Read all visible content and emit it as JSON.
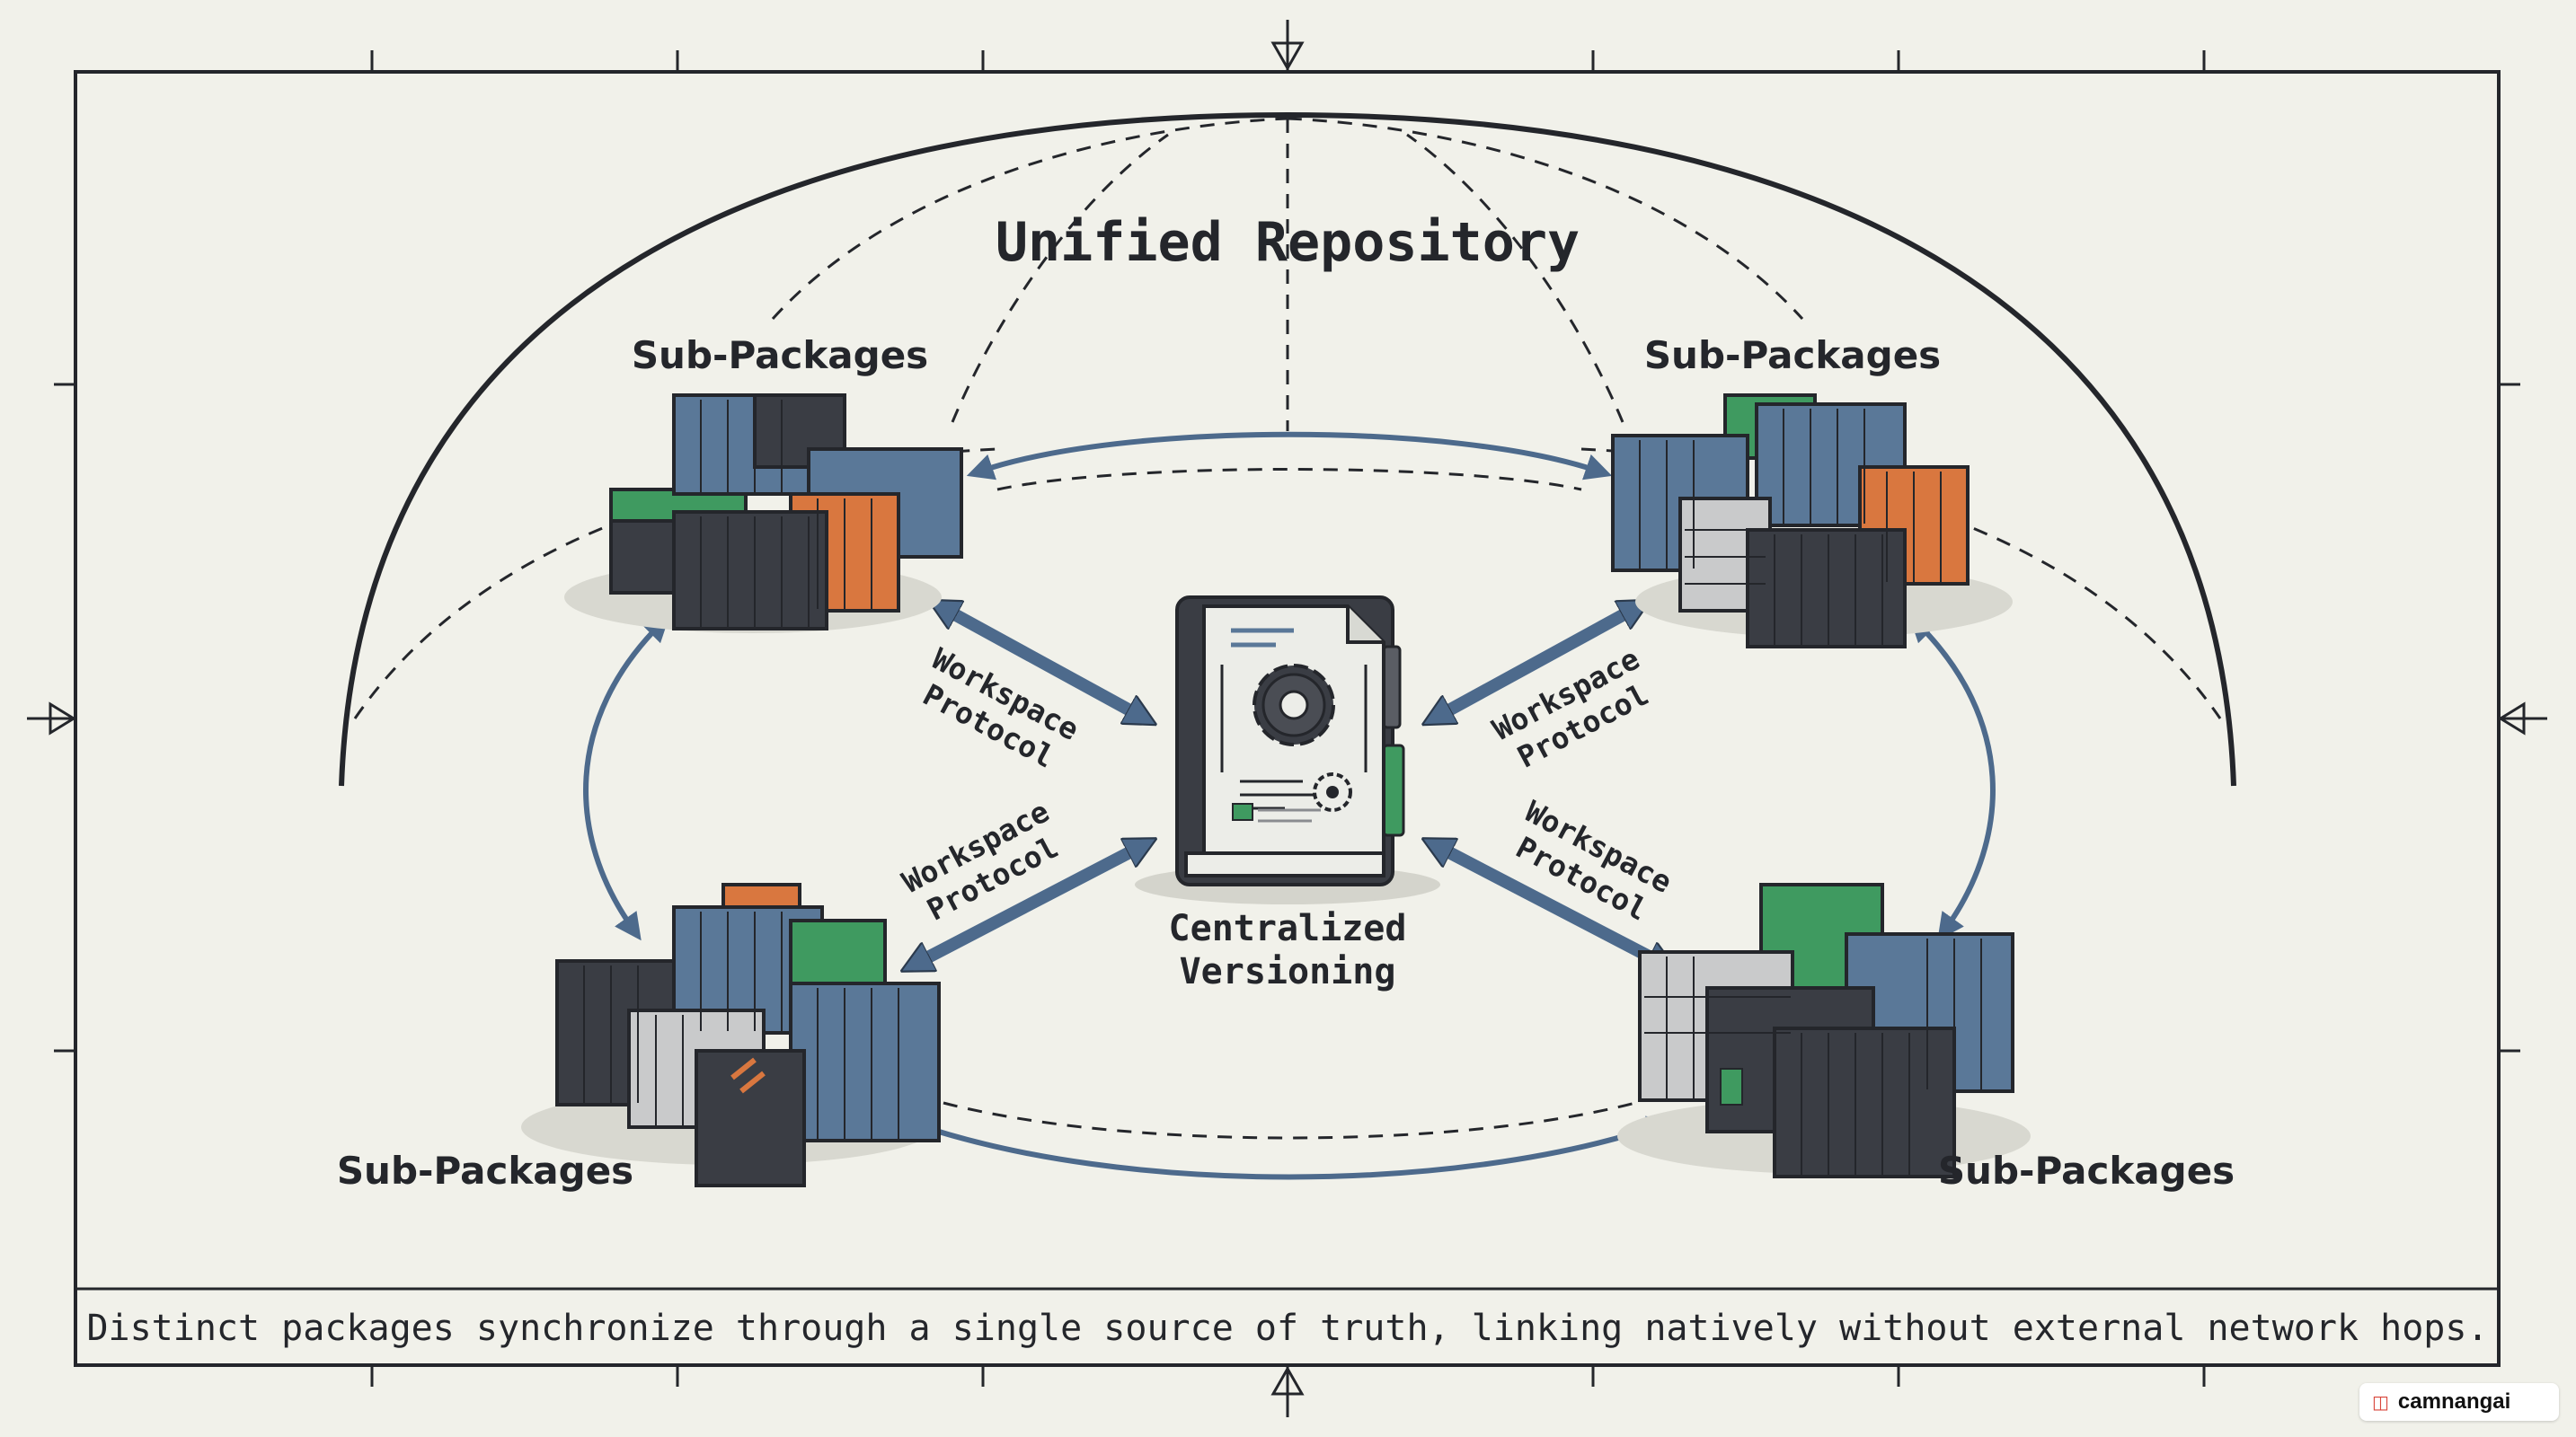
{
  "title": "Unified Repository",
  "center": {
    "line1": "Centralized",
    "line2": "Versioning"
  },
  "groups": {
    "top_left": "Sub-Packages",
    "top_right": "Sub-Packages",
    "bottom_left": "Sub-Packages",
    "bottom_right": "Sub-Packages"
  },
  "protocol": {
    "line1": "Workspace",
    "line2": "Protocol"
  },
  "caption": "Distinct packages synchronize through a single source of truth, linking natively without external network hops.",
  "badge": {
    "label": "camnangai",
    "icon": "book-icon"
  },
  "colors": {
    "background": "#f1f1ea",
    "ink": "#24262b",
    "arrow_blue": "#4d6a8c",
    "container_blue": "#5a7898",
    "container_orange": "#d9773f",
    "container_green": "#3f9a60",
    "container_dark": "#3a3d44",
    "container_gray": "#c9cacb"
  }
}
